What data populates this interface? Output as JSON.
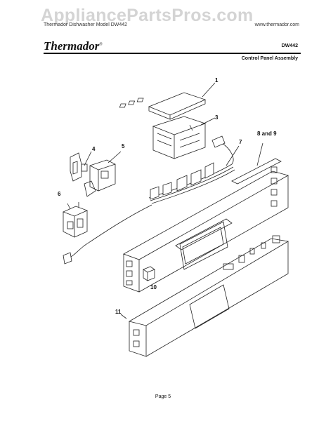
{
  "watermark": "AppliancePartsPros.com",
  "header": {
    "left": "Thermador Dishwasher Model DW442",
    "right": "www.thermador.com"
  },
  "brand": "Thermador",
  "brand_mark": "®",
  "model": "DW442",
  "section_title": "Control Panel Assembly",
  "callouts": [
    "1",
    "3",
    "4",
    "5",
    "6",
    "7",
    "8 and 9",
    "10",
    "11"
  ],
  "footer": "Page 5"
}
